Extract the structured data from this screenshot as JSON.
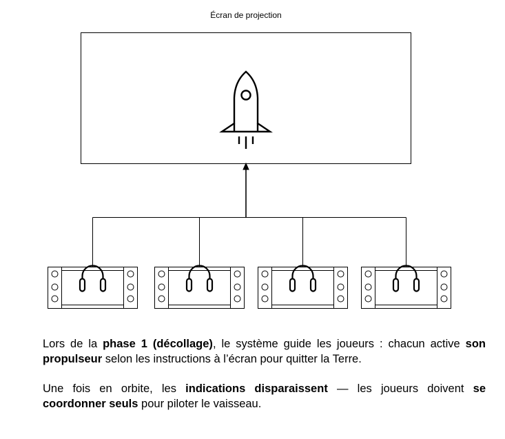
{
  "screen": {
    "label": "Écran de projection",
    "icon": "rocket-icon"
  },
  "consoles": [
    {
      "icon": "headphones-icon"
    },
    {
      "icon": "headphones-icon"
    },
    {
      "icon": "headphones-icon"
    },
    {
      "icon": "headphones-icon"
    }
  ],
  "paragraph1": {
    "t1": "Lors de la ",
    "b1": "phase 1 (décollage)",
    "t2": ", le système guide les joueurs : chacun active ",
    "b2": "son propulseur",
    "t3": " selon les instructions à l’écran pour quitter la Terre."
  },
  "paragraph2": {
    "t1": "Une fois en orbite, les ",
    "b1": "indications disparaissent",
    "t2": " — les joueurs doivent ",
    "b2": "se coordonner seuls",
    "t3": " pour piloter le vaisseau."
  },
  "colors": {
    "stroke": "#000000",
    "background": "#ffffff"
  }
}
